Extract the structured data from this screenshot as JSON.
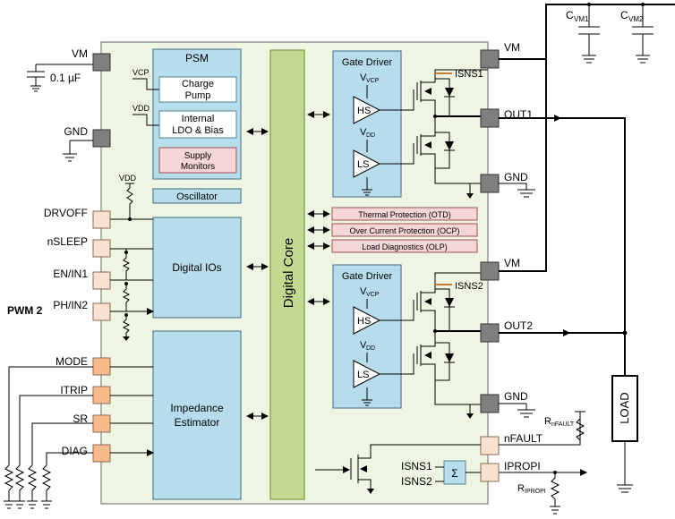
{
  "psm": {
    "title": "PSM",
    "vcp_label": "VCP",
    "charge_pump": [
      "Charge",
      "Pump"
    ],
    "vdd_label": "VDD",
    "ldo": [
      "Internal",
      "LDO & Bias"
    ],
    "supply_monitors": [
      "Supply",
      "Monitors"
    ]
  },
  "oscillator": "Oscillator",
  "digital_ios": "Digital IOs",
  "impedance": [
    "Impedance",
    "Estimator"
  ],
  "digital_core": "Digital Core",
  "gate_driver_1": {
    "title": "Gate Driver",
    "hs": "HS",
    "ls": "LS",
    "vvcp": "V",
    "vvcp_sub": "VCP",
    "vdd": "V",
    "vdd_sub": "DD",
    "isns": "ISNS1"
  },
  "gate_driver_2": {
    "title": "Gate Driver",
    "hs": "HS",
    "ls": "LS",
    "vvcp": "V",
    "vvcp_sub": "VCP",
    "vdd": "V",
    "vdd_sub": "DD",
    "isns": "ISNS2"
  },
  "protections": [
    "Thermal Protection (OTD)",
    "Over Current Protection (OCP)",
    "Load Diagnostics (OLP)"
  ],
  "pins_left": {
    "vm": "VM",
    "cap": "0.1 µF",
    "gnd": "GND",
    "vdd": "VDD",
    "drvoff": "DRVOFF",
    "nsleep": "nSLEEP",
    "en": "EN/IN1",
    "ph": "PH/IN2",
    "pwm": "PWM 2",
    "mode": "MODE",
    "itrip": "ITRIP",
    "sr": "SR",
    "diag": "DIAG"
  },
  "pins_right": {
    "vm1": "VM",
    "out1": "OUT1",
    "gnd1": "GND",
    "vm2": "VM",
    "out2": "OUT2",
    "gnd2": "GND",
    "nfault": "nFAULT",
    "ipropi": "IPROPI"
  },
  "caps": {
    "cvm1": "C",
    "cvm1_sub": "VM1",
    "cvm2": "C",
    "cvm2_sub": "VM2"
  },
  "resistors": {
    "rnfault": "R",
    "rnfault_sub": "nFAULT",
    "ripropi": "R",
    "ripropi_sub": "IPROPI"
  },
  "sum": {
    "symbol": "Σ",
    "in1": "ISNS1",
    "in2": "ISNS2"
  },
  "load": "LOAD"
}
